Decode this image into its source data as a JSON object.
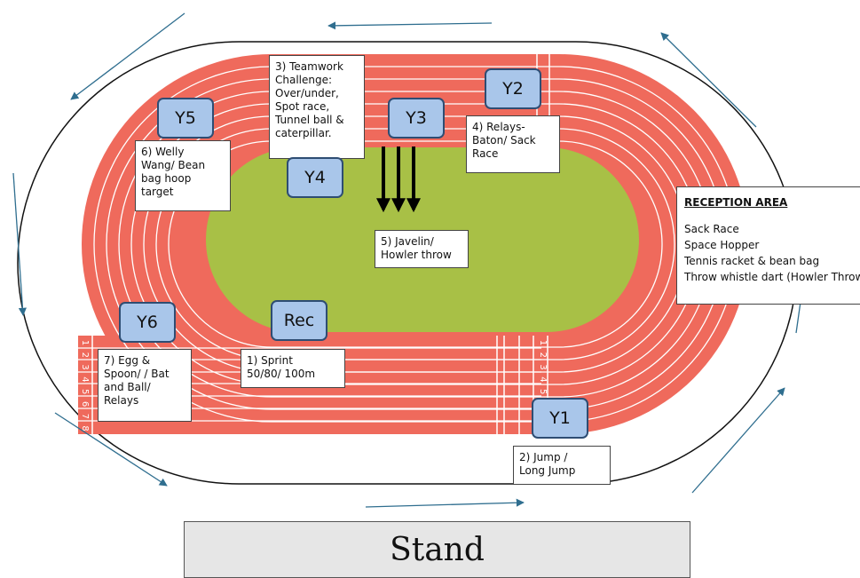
{
  "colors": {
    "track": "#ef6a5c",
    "infield": "#a8c046",
    "lane_line": "#ffffff",
    "year_badge": "#a9c6ea",
    "arrow": "#2f6e8f"
  },
  "year_badges": [
    {
      "label": "Y5"
    },
    {
      "label": "Y2"
    },
    {
      "label": "Y3"
    },
    {
      "label": "Y4"
    },
    {
      "label": "Y6"
    },
    {
      "label": "Rec"
    },
    {
      "label": "Y1"
    }
  ],
  "stations": {
    "s3": "3) Teamwork\nChallenge:\nOver/under,\nSpot race,\nTunnel ball &\ncaterpillar.",
    "s4": "4) Relays-\nBaton/ Sack\nRace",
    "s6": "6) Welly\nWang/ Bean\nbag hoop\ntarget",
    "s5": "5) Javelin/\nHowler throw",
    "s1": "1) Sprint\n50/80/ 100m",
    "s7": "7) Egg &\nSpoon/ / Bat\nand Ball/\nRelays",
    "s2": "2) Jump /\nLong Jump"
  },
  "reception_area": {
    "title": "RECEPTION AREA",
    "items": [
      "Sack Race",
      "Space Hopper",
      "Tennis racket & bean bag",
      "Throw whistle dart (Howler Throw)"
    ]
  },
  "lane_numbers_left": [
    "1",
    "2",
    "3",
    "4",
    "5",
    "6",
    "7",
    "8"
  ],
  "lane_numbers_right": [
    "1",
    "2",
    "3",
    "4",
    "5"
  ],
  "stand_label": "Stand"
}
